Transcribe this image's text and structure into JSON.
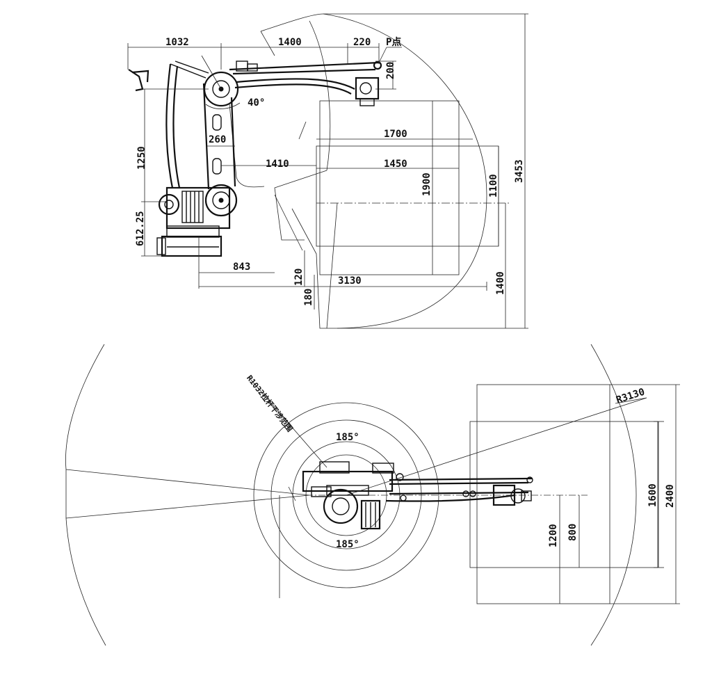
{
  "side_view": {
    "dim_1032": "1032",
    "dim_1400_top": "1400",
    "dim_220": "220",
    "p_point": "P点",
    "dim_200": "200",
    "angle_40": "40°",
    "dim_260": "260",
    "dim_1250": "1250",
    "dim_1410": "1410",
    "dim_1700": "1700",
    "dim_1450": "1450",
    "dim_1900": "1900",
    "dim_1100": "1100",
    "dim_3453": "3453",
    "dim_612": "612.25",
    "dim_843": "843",
    "dim_120": "120",
    "dim_3130": "3130",
    "dim_180": "180",
    "dim_1400_right": "1400"
  },
  "top_view": {
    "interference_label": "R1032拉杆干涉范围",
    "angle_185_top": "185°",
    "angle_185_bottom": "185°",
    "radius_3130": "R3130",
    "dim_1600": "1600",
    "dim_2400": "2400",
    "dim_1200": "1200",
    "dim_800": "800"
  },
  "colors": {
    "line": "#111111",
    "background": "#ffffff"
  }
}
